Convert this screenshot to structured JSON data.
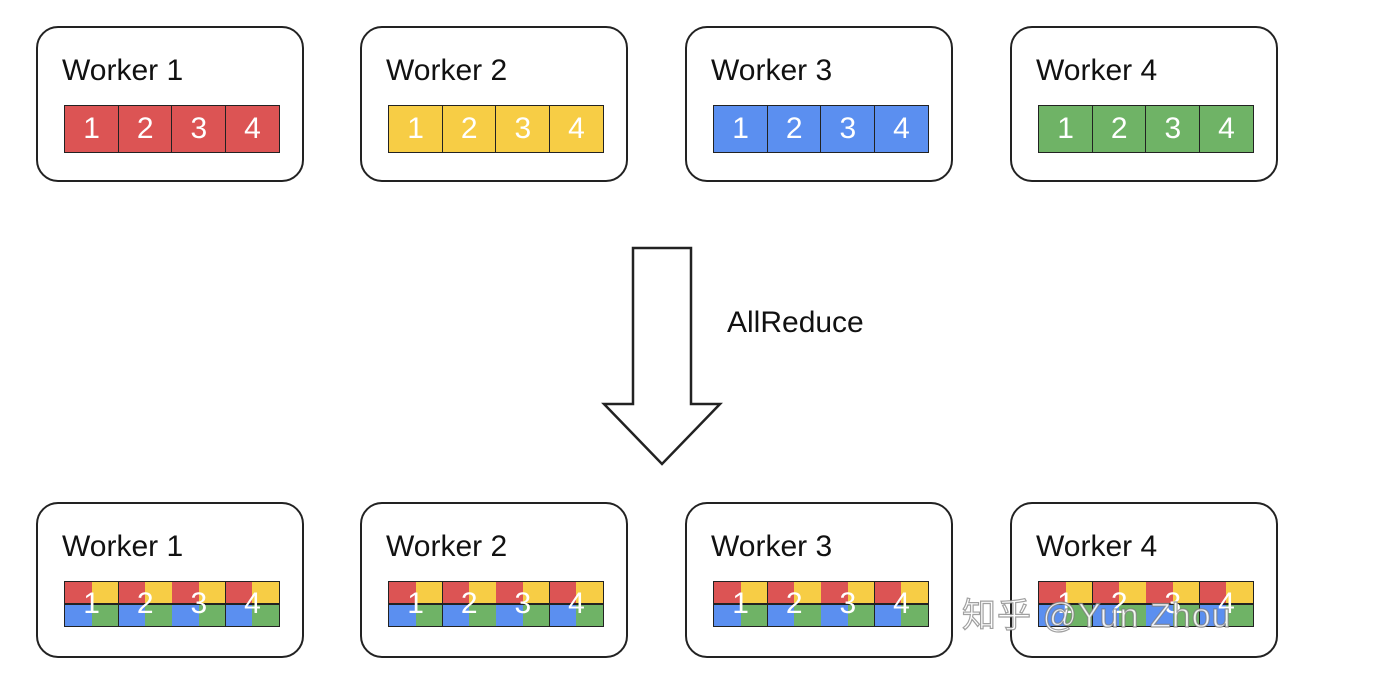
{
  "colors": {
    "red": "#dc5454",
    "yellow": "#f7cd45",
    "blue": "#5b8ff0",
    "green": "#6fb366",
    "border": "#222222"
  },
  "operation": "AllReduce",
  "watermark": "知乎 @Yun Zhou",
  "before": [
    {
      "title": "Worker 1",
      "color": "red",
      "cells": [
        "1",
        "2",
        "3",
        "4"
      ]
    },
    {
      "title": "Worker 2",
      "color": "yellow",
      "cells": [
        "1",
        "2",
        "3",
        "4"
      ]
    },
    {
      "title": "Worker 3",
      "color": "blue",
      "cells": [
        "1",
        "2",
        "3",
        "4"
      ]
    },
    {
      "title": "Worker 4",
      "color": "green",
      "cells": [
        "1",
        "2",
        "3",
        "4"
      ]
    }
  ],
  "after": [
    {
      "title": "Worker 1",
      "cells": [
        "1",
        "2",
        "3",
        "4"
      ]
    },
    {
      "title": "Worker 2",
      "cells": [
        "1",
        "2",
        "3",
        "4"
      ]
    },
    {
      "title": "Worker 3",
      "cells": [
        "1",
        "2",
        "3",
        "4"
      ]
    },
    {
      "title": "Worker 4",
      "cells": [
        "1",
        "2",
        "3",
        "4"
      ]
    }
  ]
}
